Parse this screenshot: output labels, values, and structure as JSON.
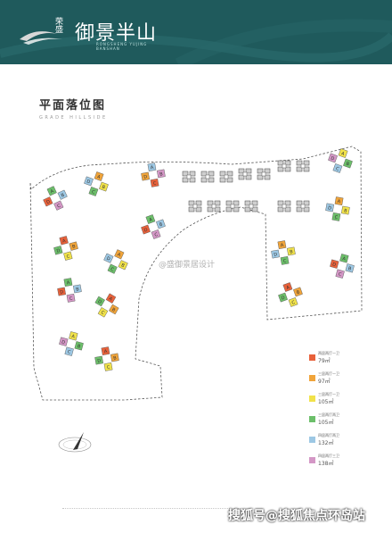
{
  "header": {
    "brand_prefix": "荣盛",
    "brand_name": "御景半山",
    "brand_sub": "RONGSHENG YUJING BANSHAN",
    "bg_color": "#1f5a5c"
  },
  "title": "平面落位图",
  "subtitle": "GRADE HILLSIDE",
  "watermark_mid": "@盛御景居设计",
  "watermark_bottom": "搜狐号@搜狐焦点环岛站",
  "unit_letters": [
    "A",
    "B",
    "C",
    "D"
  ],
  "legend": [
    {
      "label": "两居两厅一卫",
      "area": "79㎡",
      "color": "#e8613a"
    },
    {
      "label": "三居两厅一卫",
      "area": "97㎡",
      "color": "#f0a43a"
    },
    {
      "label": "三居两厅一卫",
      "area": "105㎡",
      "color": "#f1e24a"
    },
    {
      "label": "三居两厅两卫",
      "area": "105㎡",
      "color": "#6cbf6a"
    },
    {
      "label": "四居两厅两卫",
      "area": "132㎡",
      "color": "#9dc8e4"
    },
    {
      "label": "四居两厅三卫",
      "area": "138㎡",
      "color": "#d497c6"
    }
  ]
}
